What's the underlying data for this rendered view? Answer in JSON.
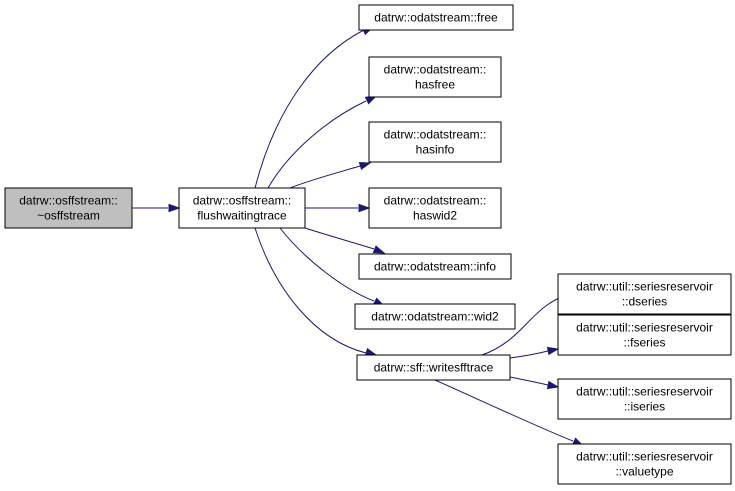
{
  "colors": {
    "root_fill": "#bfbfbf",
    "node_fill": "#ffffff",
    "node_border": "#000000",
    "edge": "#191970"
  },
  "nodes": {
    "root": {
      "lines": [
        "datrw::osffstream::",
        "~osffstream"
      ]
    },
    "flush": {
      "lines": [
        "datrw::osffstream::",
        "flushwaitingtrace"
      ]
    },
    "free": {
      "lines": [
        "datrw::odatstream::free"
      ]
    },
    "hasfree": {
      "lines": [
        "datrw::odatstream::",
        "hasfree"
      ]
    },
    "hasinfo": {
      "lines": [
        "datrw::odatstream::",
        "hasinfo"
      ]
    },
    "haswid2": {
      "lines": [
        "datrw::odatstream::",
        "haswid2"
      ]
    },
    "info": {
      "lines": [
        "datrw::odatstream::info"
      ]
    },
    "wid2": {
      "lines": [
        "datrw::odatstream::wid2"
      ]
    },
    "writesff": {
      "lines": [
        "datrw::sff::writesfftrace"
      ]
    },
    "dseries": {
      "lines": [
        "datrw::util::seriesreservoir",
        "::dseries"
      ]
    },
    "fseries": {
      "lines": [
        "datrw::util::seriesreservoir",
        "::fseries"
      ]
    },
    "iseries": {
      "lines": [
        "datrw::util::seriesreservoir",
        "::iseries"
      ]
    },
    "valuetype": {
      "lines": [
        "datrw::util::seriesreservoir",
        "::valuetype"
      ]
    }
  },
  "edges": [
    [
      "root",
      "flush"
    ],
    [
      "flush",
      "free"
    ],
    [
      "flush",
      "hasfree"
    ],
    [
      "flush",
      "hasinfo"
    ],
    [
      "flush",
      "haswid2"
    ],
    [
      "flush",
      "info"
    ],
    [
      "flush",
      "wid2"
    ],
    [
      "flush",
      "writesff"
    ],
    [
      "writesff",
      "dseries"
    ],
    [
      "writesff",
      "fseries"
    ],
    [
      "writesff",
      "iseries"
    ],
    [
      "writesff",
      "valuetype"
    ]
  ]
}
